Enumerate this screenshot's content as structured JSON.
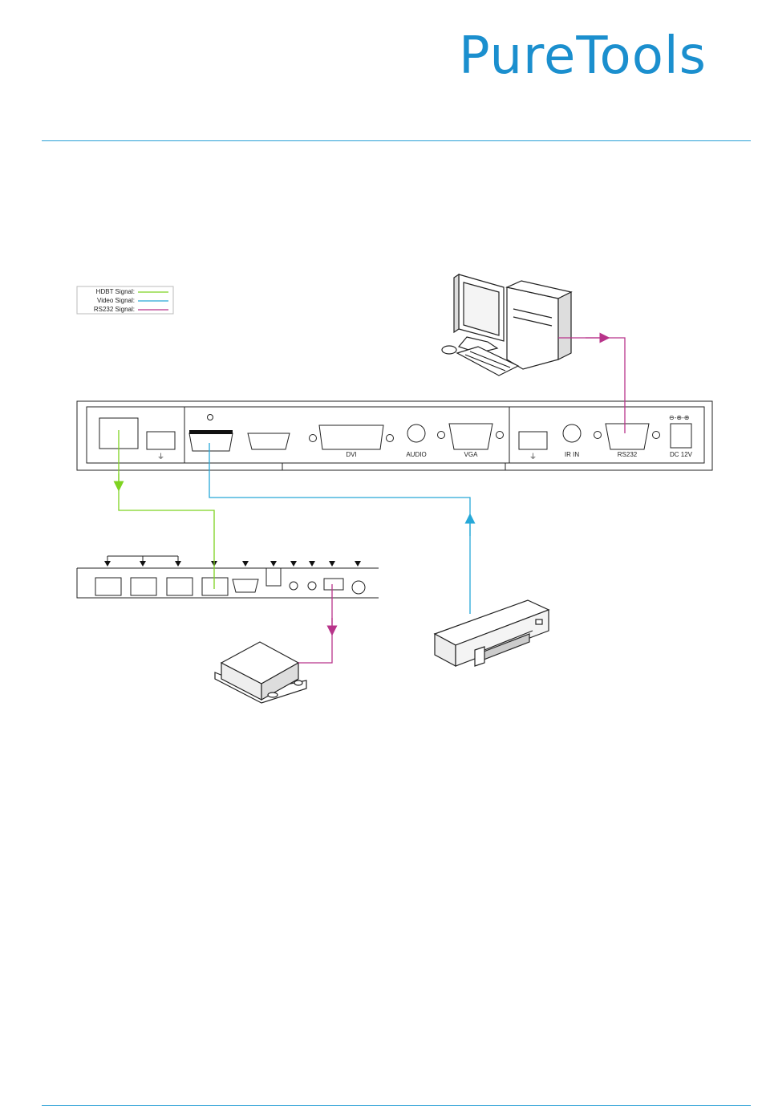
{
  "brand": {
    "logo_text": "PureTools",
    "accent_color": "#1b8fce"
  },
  "legend": {
    "items": [
      {
        "label": "HDBT  Signal:",
        "color": "#7ed321"
      },
      {
        "label": "Video Signal:",
        "color": "#27a8d8"
      },
      {
        "label": "RS232 Signal:",
        "color": "#b8338a"
      }
    ]
  },
  "rear_panel": {
    "port_labels": {
      "dvi": "DVI",
      "audio": "AUDIO",
      "vga": "VGA",
      "ir_in": "IR IN",
      "rs232": "RS232",
      "dc": "DC 12V"
    }
  },
  "signal_colors": {
    "hdbt": "#7ed321",
    "video": "#27a8d8",
    "rs232": "#b8338a"
  }
}
